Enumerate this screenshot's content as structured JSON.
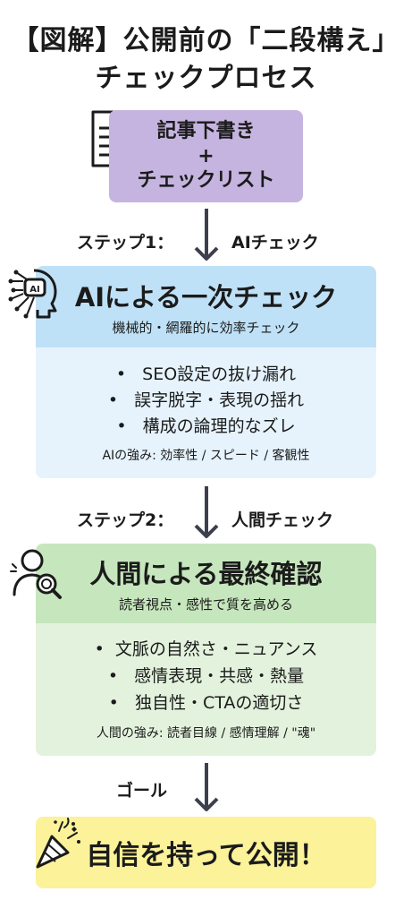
{
  "title": {
    "line1": "【図解】公開前の「二段構え」",
    "line2": "チェックプロセス"
  },
  "start": {
    "line1": "記事下書き",
    "plus": "+",
    "line2": "チェックリスト"
  },
  "step1": {
    "left": "ステップ1：",
    "right": "AIチェック"
  },
  "ai": {
    "heading": "AIによる一次チェック",
    "sub": "機械的・網羅的に効率チェック",
    "items": [
      "SEO設定の抜け漏れ",
      "誤字脱字・表現の揺れ",
      "構成の論理的なズレ"
    ],
    "strength": "AIの強み: 効率性 / スピード / 客観性",
    "icon_text": "AI"
  },
  "step2": {
    "left": "ステップ2：",
    "right": "人間チェック"
  },
  "human": {
    "heading": "人間による最終確認",
    "sub": "読者視点・感性で質を高める",
    "items": [
      "文脈の自然さ・ニュアンス",
      "感情表現・共感・熱量",
      "独自性・CTAの適切さ"
    ],
    "strength": "人間の強み: 読者目線 / 感情理解 / \"魂\""
  },
  "goal_label": "ゴール",
  "goal": "自信を持って公開！",
  "colors": {
    "purple": "#c5b4df",
    "ai_head": "#bfe1f7",
    "ai_body": "#e6f3fc",
    "human_head": "#c6e6bd",
    "human_body": "#e3f2dd",
    "goal": "#fbf29a",
    "arrow": "#3d3f4e"
  }
}
